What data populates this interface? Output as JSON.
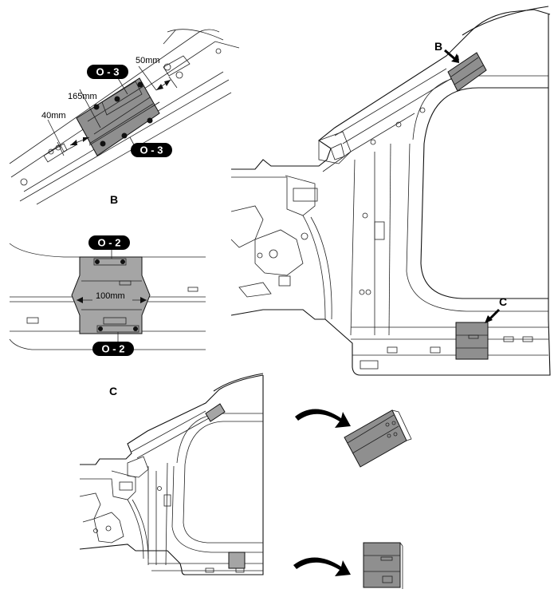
{
  "detail_top": {
    "labels": {
      "upper_code": "O - 3",
      "lower_code": "O - 3",
      "dim_50": "50mm",
      "dim_165": "165mm",
      "dim_40": "40mm"
    }
  },
  "view_b": {
    "title": "B",
    "labels": {
      "upper_code": "O - 2",
      "lower_code": "O - 2",
      "dim_100": "100mm"
    }
  },
  "main_view": {
    "callout_b": "B",
    "callout_c": "C"
  },
  "view_c": {
    "title": "C"
  },
  "colors": {
    "panel": "#8f8f8f",
    "pill": "#000000",
    "line": "#222222"
  },
  "icons": [
    "curved-arrow-icon",
    "curved-arrow-icon",
    "pointer-arrow-icon"
  ]
}
